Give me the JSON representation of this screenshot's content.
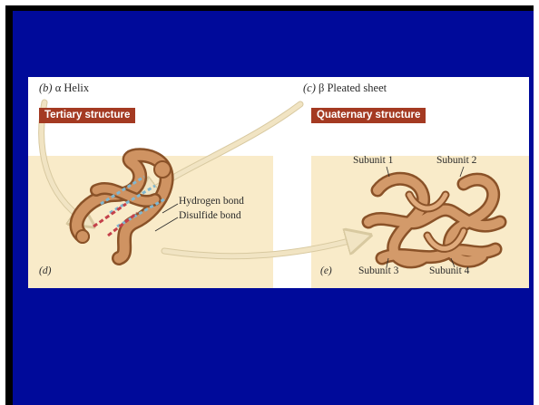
{
  "figure": {
    "caption_b": {
      "letter": "(b)",
      "text": "α Helix"
    },
    "caption_c": {
      "letter": "(c)",
      "text": "β Pleated sheet"
    },
    "badge_tertiary": "Tertiary structure",
    "badge_quaternary": "Quaternary structure",
    "label_hydrogen_bond": "Hydrogen bond",
    "label_disulfide_bond": "Disulfide bond",
    "letter_d": "(d)",
    "letter_e": "(e)",
    "subunit_1": "Subunit 1",
    "subunit_2": "Subunit 2",
    "subunit_3": "Subunit 3",
    "subunit_4": "Subunit 4"
  },
  "colors": {
    "slide_background": "#000a9a",
    "panel_background": "#f9ebc9",
    "badge": "#a43a22",
    "protein": "#c98a55",
    "arrow": "#f1e4c3"
  }
}
